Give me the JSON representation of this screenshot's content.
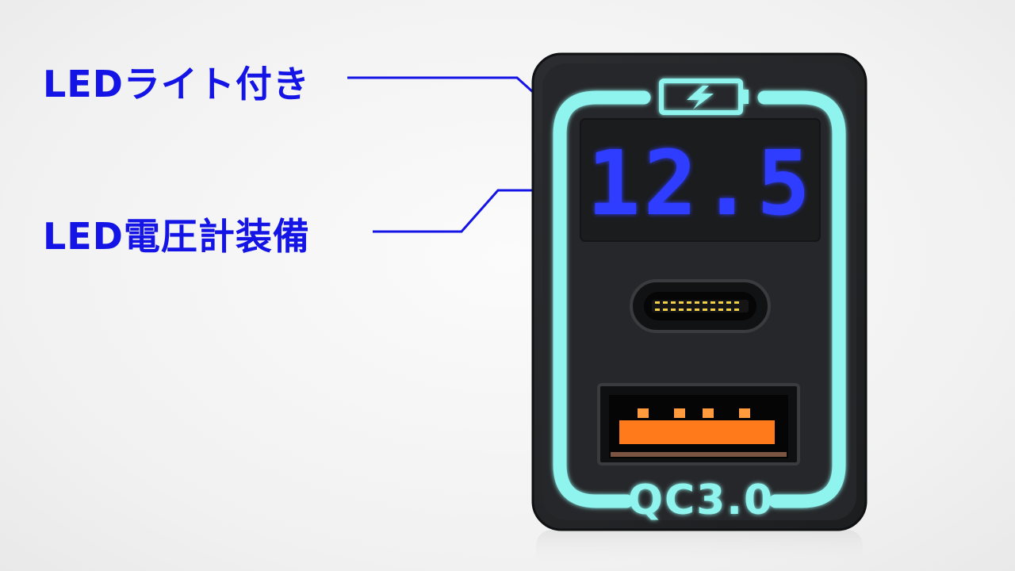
{
  "callouts": {
    "led_light": "LEDライト付き",
    "voltmeter": "LED電圧計装備"
  },
  "device": {
    "voltage_display": "12.5",
    "port_label": "QC3.0",
    "battery_icon": "battery-charging-icon",
    "ports": [
      "usb-c-port",
      "usb-a-port"
    ]
  },
  "colors": {
    "callout_text": "#1414e6",
    "led_ring": "#8ff3ee",
    "voltage_digits": "#2f3cff",
    "usb_a_tongue": "#ff7a1a",
    "body": "#232426"
  }
}
